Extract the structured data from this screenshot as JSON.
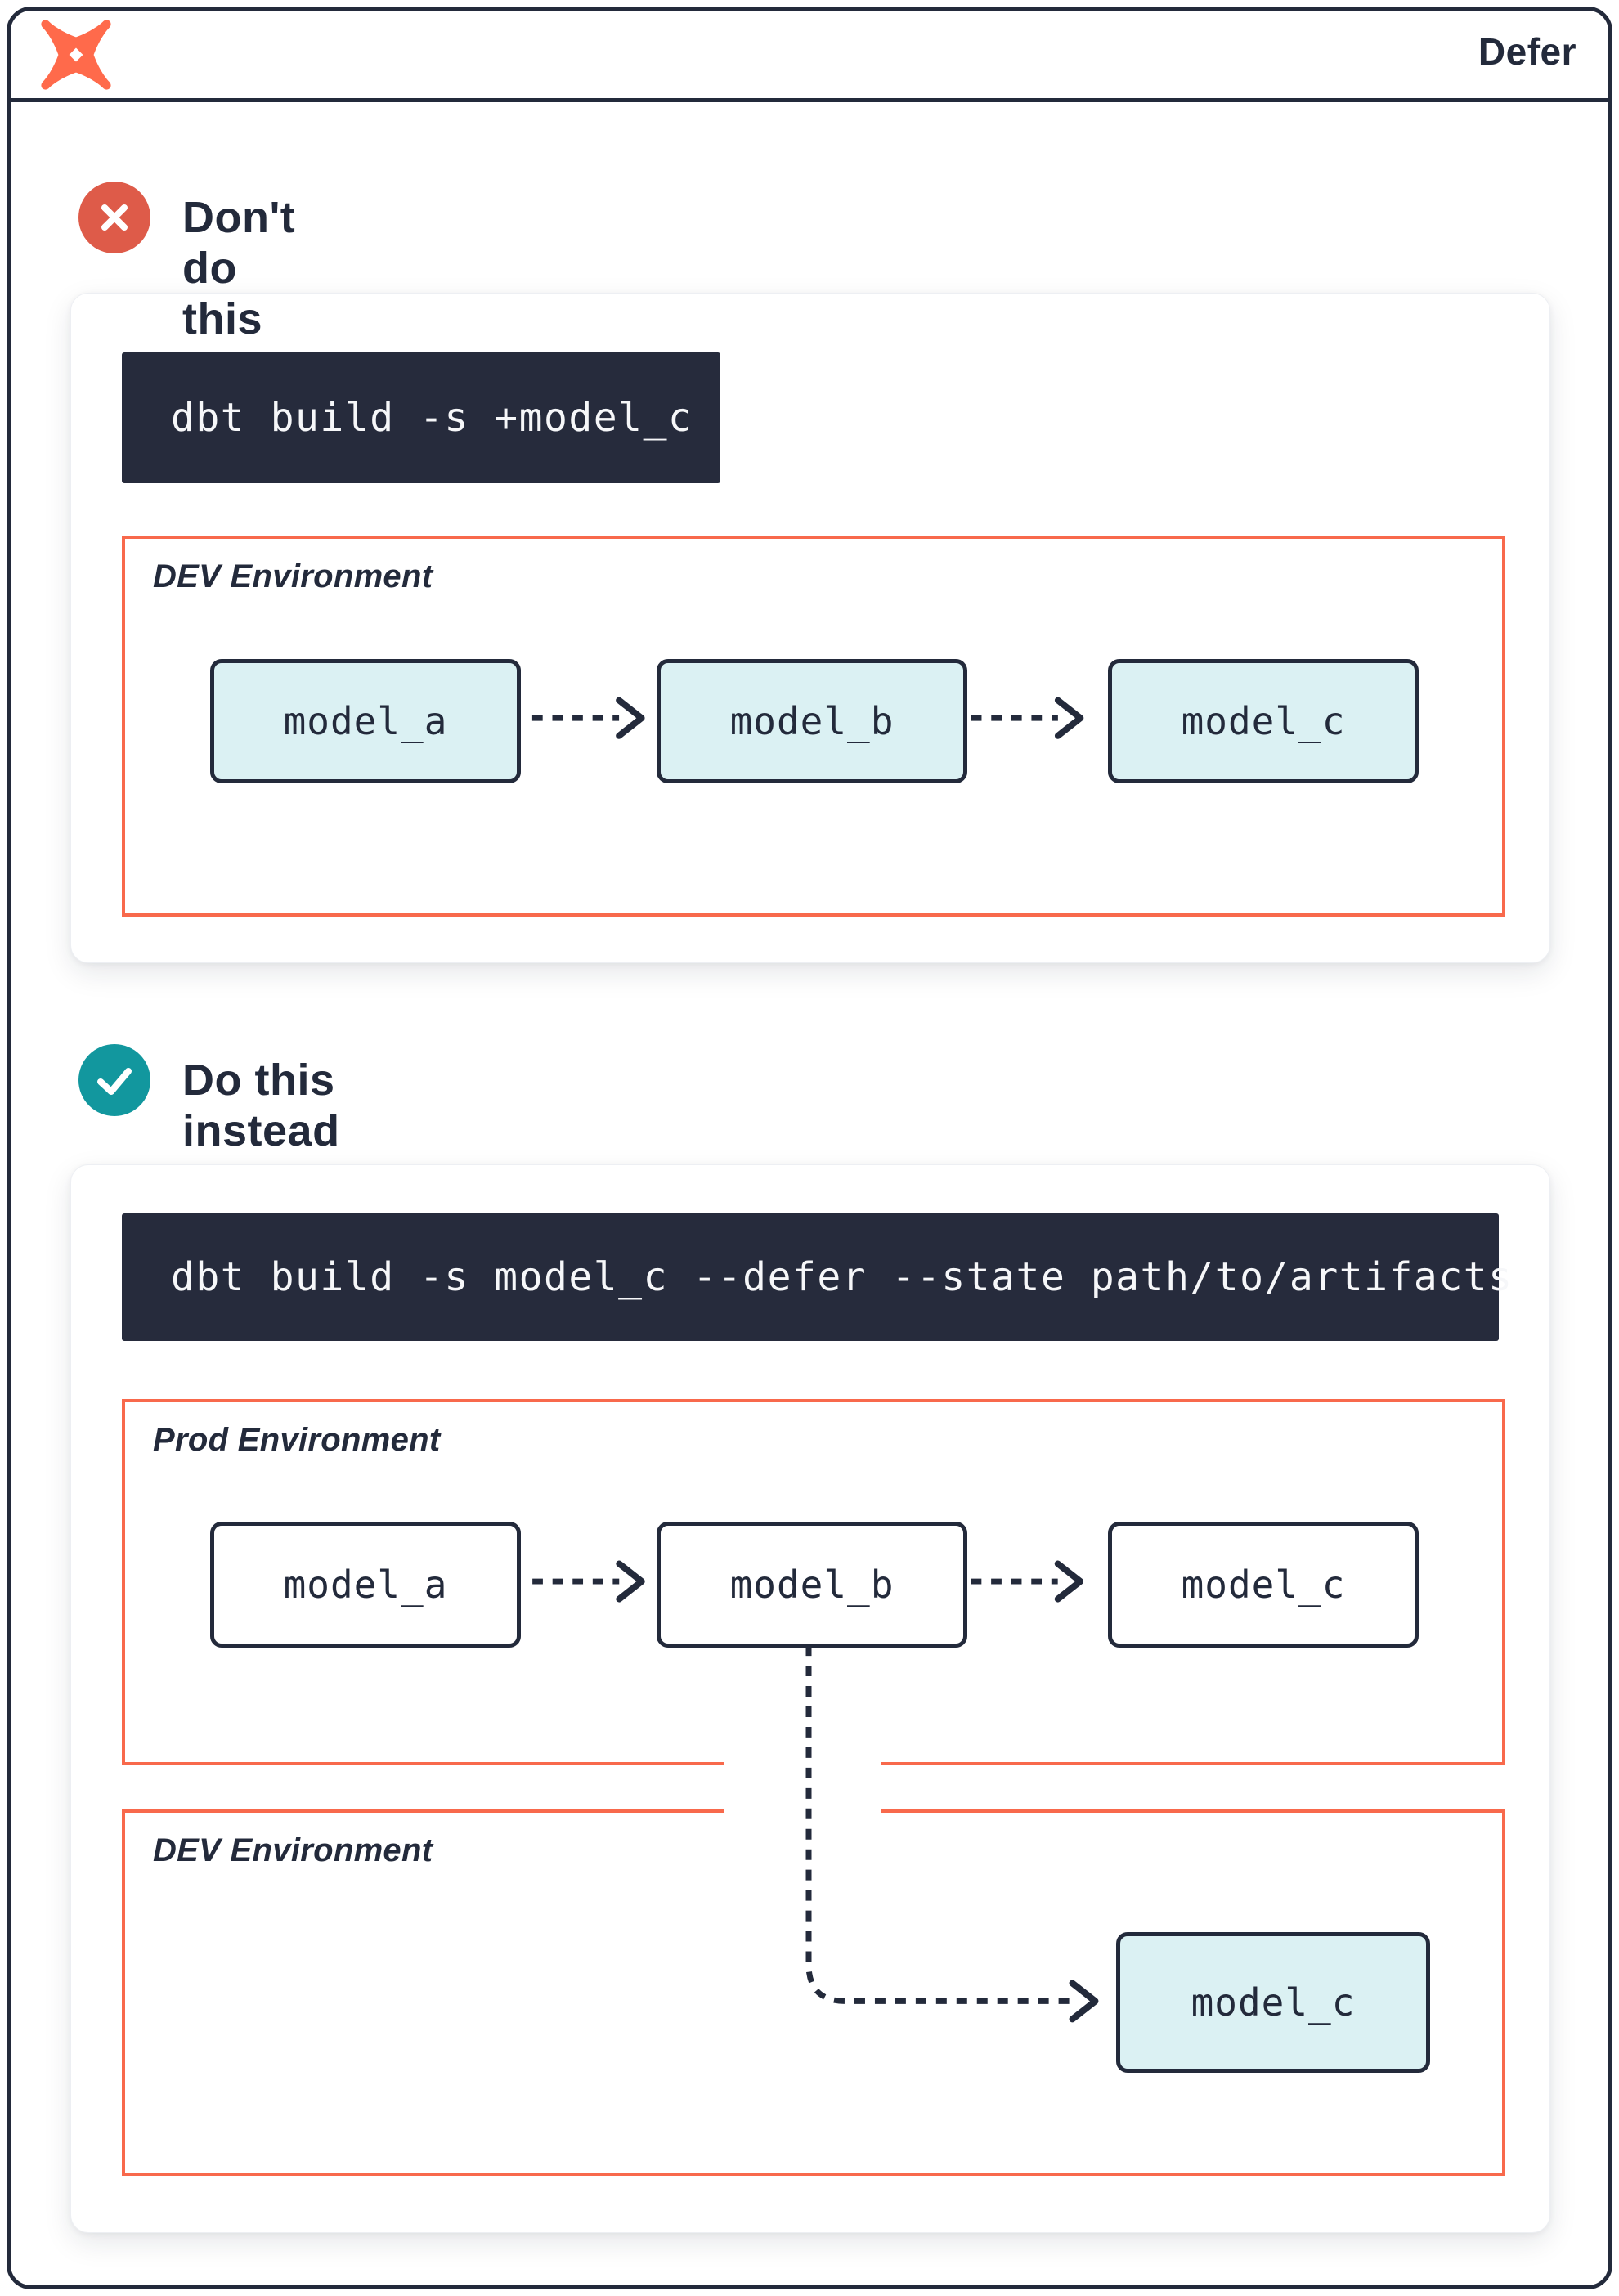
{
  "header": {
    "title": "Defer",
    "logo_icon": "dbt-logo"
  },
  "colors": {
    "navy": "#232A3B",
    "code-bg": "#262B3C",
    "orange": "#F8694C",
    "logo-orange": "#FF6A4B",
    "red-badge": "#DE5B49",
    "teal-badge": "#12979E",
    "teal-fill": "#DBF1F3"
  },
  "sections": [
    {
      "heading": "Don't do this",
      "badge_icon": "x-circle",
      "command": "dbt build -s +model_c",
      "environments": [
        {
          "label": "DEV Environment",
          "models": [
            "model_a",
            "model_b",
            "model_c"
          ]
        }
      ]
    },
    {
      "heading": "Do this instead",
      "badge_icon": "check-circle",
      "command": "dbt build -s model_c --defer --state path/to/artifacts",
      "environments": [
        {
          "label": "Prod Environment",
          "models": [
            "model_a",
            "model_b",
            "model_c"
          ]
        },
        {
          "label": "DEV Environment",
          "models": [
            "model_c"
          ]
        }
      ]
    }
  ]
}
